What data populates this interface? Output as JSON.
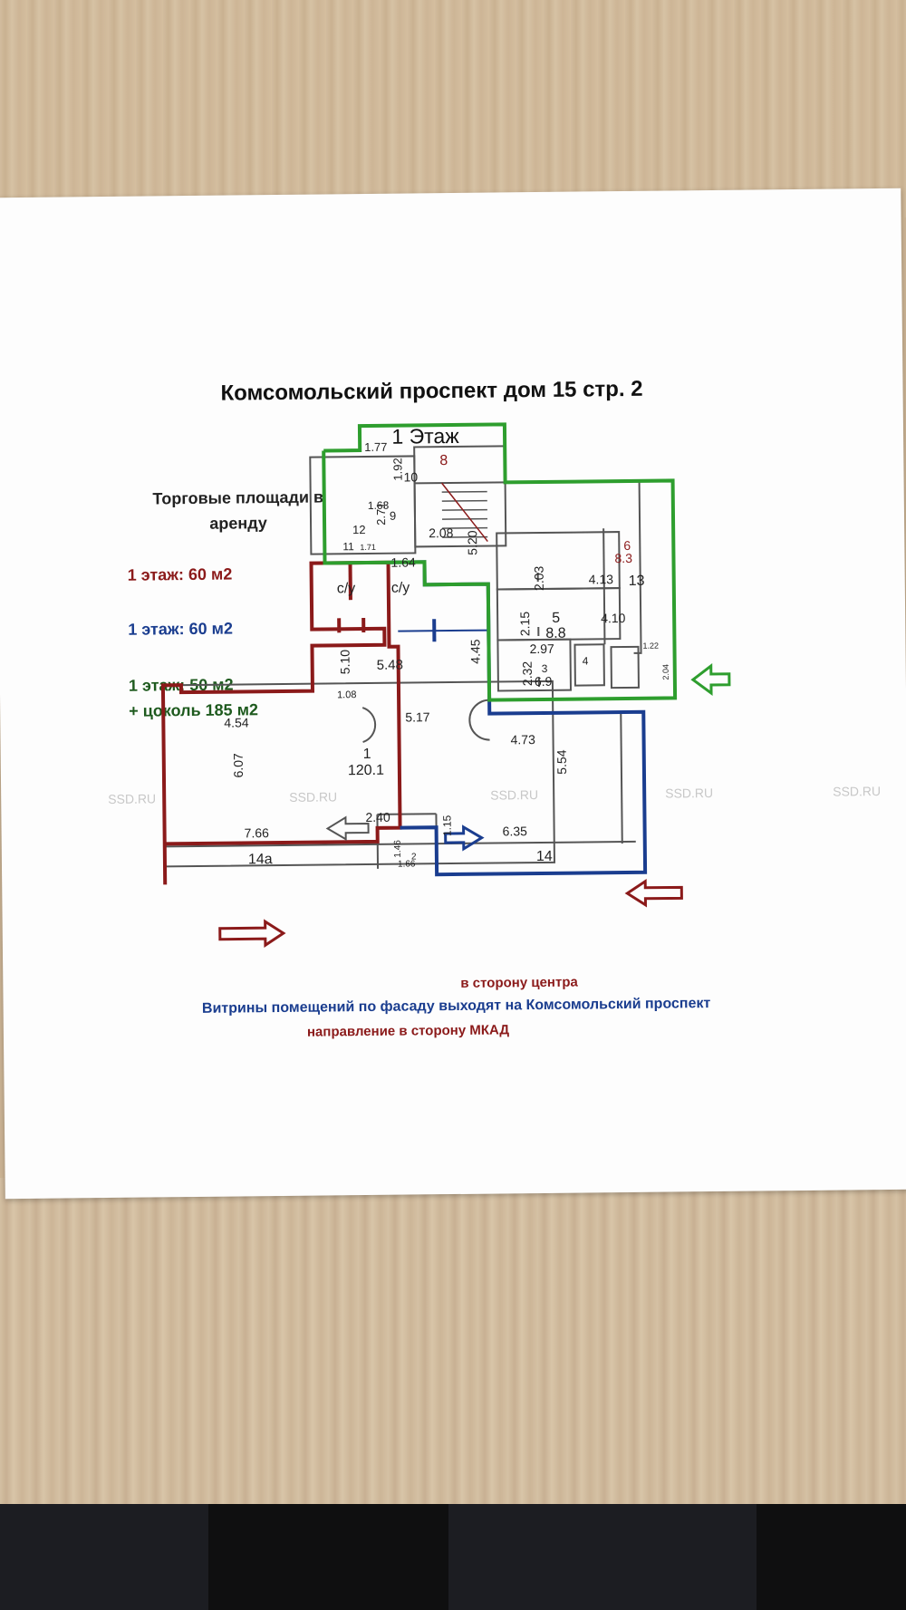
{
  "title": "Комсомольский проспект дом 15 стр. 2",
  "floor": "1 Этаж",
  "legend": {
    "heading": "Торговые площади в аренду",
    "red": "1 этаж: 60 м2",
    "blue": "1 этаж: 60 м2",
    "green_line1": "1 этаж: 50 м2",
    "green_line2": "+ цоколь 185 м2"
  },
  "colors": {
    "red": "#8b1a1a",
    "blue": "#1a3d8f",
    "green": "#2e9e2e",
    "wall": "#555555"
  },
  "rooms": {
    "r1_number": "1",
    "r1_area": "120.1",
    "r2": "2",
    "r3_number": "3",
    "r3_area": "6.9",
    "r4": "4",
    "r5_number": "5",
    "r5_area": "8.8",
    "r6_number": "6",
    "r6_area": "8.3",
    "r8": "8",
    "r9": "9",
    "r10": "10",
    "r11": "11",
    "r12": "12",
    "r13": "13",
    "r14": "14",
    "r14a": "14а",
    "wc1": "с/у",
    "wc2": "с/у"
  },
  "dims": {
    "d177": "1.77",
    "d192": "1.92",
    "d163": "1.63",
    "d271": "2.71",
    "d171": "1.71",
    "d208": "2.08",
    "d520": "5.20",
    "d164": "1.64",
    "d203": "2.03",
    "d413": "4.13",
    "d215": "2.15",
    "d410": "4.10",
    "d297": "2.97",
    "d232": "2.32",
    "d445": "4.45",
    "d510": "5.10",
    "d548": "5.48",
    "d108": "1.08",
    "d454": "4.54",
    "d517": "5.17",
    "d473": "4.73",
    "d607": "6.07",
    "d554": "5.54",
    "d766": "7.66",
    "d240": "2.40",
    "d635": "6.35",
    "d146": "1.46",
    "d166": "1.66",
    "d115": "1.15",
    "d204": "2.04",
    "d122": "1.22"
  },
  "captions": {
    "vitriny": "Витрины помещений по фасаду выходят на Комсомольский проспект",
    "center": "в сторону центра",
    "mkad": "направление в сторону МКАД"
  },
  "watermark": "SSD.RU"
}
